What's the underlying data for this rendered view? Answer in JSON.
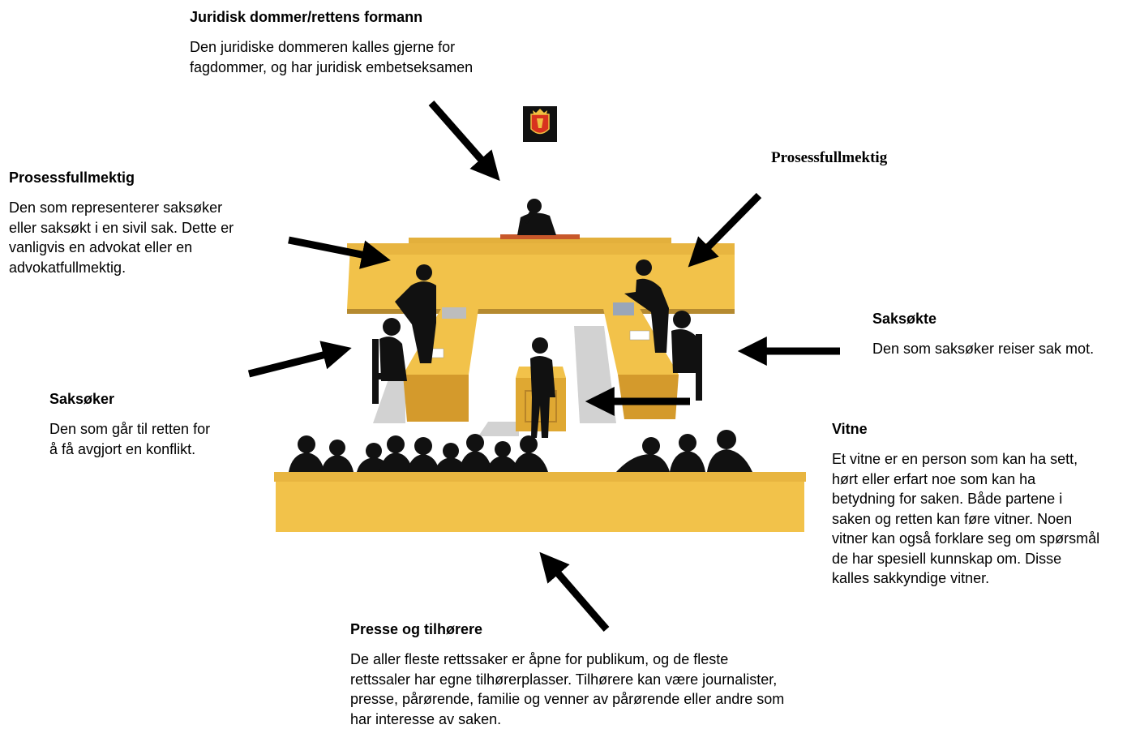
{
  "judge": {
    "title": "Juridisk dommer/rettens formann",
    "desc": "Den juridiske dommeren kalles gjerne for\nfagdommer, og har juridisk embetseksamen"
  },
  "prosess_left": {
    "title": "Prosessfullmektig",
    "desc": "Den som representerer saksøker\neller saksøkt i en sivil sak. Dette er\nvanligvis en advokat eller en\nadvokatfullmektig."
  },
  "prosess_right": {
    "title": "Prosessfullmektig"
  },
  "saksokte": {
    "title": "Saksøkte",
    "desc": "Den som saksøker reiser sak mot."
  },
  "saksoker": {
    "title": "Saksøker",
    "desc": "Den som går til retten for\nå få avgjort en konflikt."
  },
  "vitne": {
    "title": "Vitne",
    "desc": "Et vitne er en person som kan ha sett,\nhørt eller erfart noe som kan ha\nbetydning for saken. Både partene i\nsaken og retten kan føre vitner. Noen\nvitner kan også forklare seg om spørsmål\nde har spesiell kunnskap om. Disse\nkalles sakkyndige vitner."
  },
  "presse": {
    "title": "Presse og tilhørere",
    "desc": "De aller fleste rettssaker er åpne for publikum, og de fleste\nrettssaler har egne tilhørerplasser. Tilhørere kan være journalister,\npresse, pårørende, familie og venner av pårørende eller andre som\nhar interesse av saken."
  },
  "colors": {
    "desk": "#f2c24a",
    "desk_shadow": "#c8912a",
    "silhouette": "#111111",
    "arrow": "#000000",
    "emblem_bg": "#111111",
    "emblem_shield": "#d8321e",
    "emblem_gold": "#f0c040"
  }
}
